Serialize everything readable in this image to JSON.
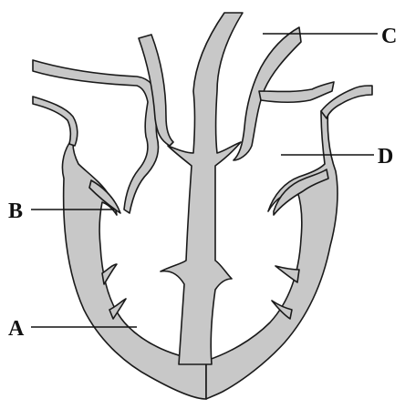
{
  "labels": {
    "a": "A",
    "b": "B",
    "c": "C",
    "d": "D"
  },
  "colors": {
    "tissue": "#c8c8c8",
    "outline": "#1a1a1a",
    "background": "#ffffff"
  }
}
